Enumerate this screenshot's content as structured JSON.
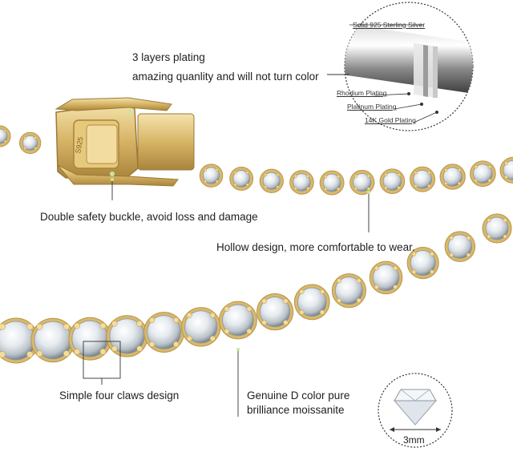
{
  "product": {
    "layers_title": "3 layers plating",
    "quality_text": "amazing quanlity and will not turn color",
    "buckle_text": "Double safety buckle,  avoid loss and damage",
    "hollow_text": "Hollow design, more comfortable to wear.",
    "claws_text": "Simple four claws design",
    "moissanite_line1": "Genuine D color pure",
    "moissanite_line2": "brilliance moissanite",
    "clasp_stamp": "S925",
    "stone_size": "3mm"
  },
  "plating_detail": {
    "core": "Solid 925 Sterling Silver",
    "layer1": "Rhodium Plating",
    "layer2": "Platinum Plating",
    "layer3": "14K Gold Plating"
  },
  "colors": {
    "gold": "#d9b96a",
    "gold_dark": "#b8954a",
    "gold_light": "#f3dfa5",
    "stone": "#e9eef2",
    "stone_dark": "#9aa3ab"
  }
}
